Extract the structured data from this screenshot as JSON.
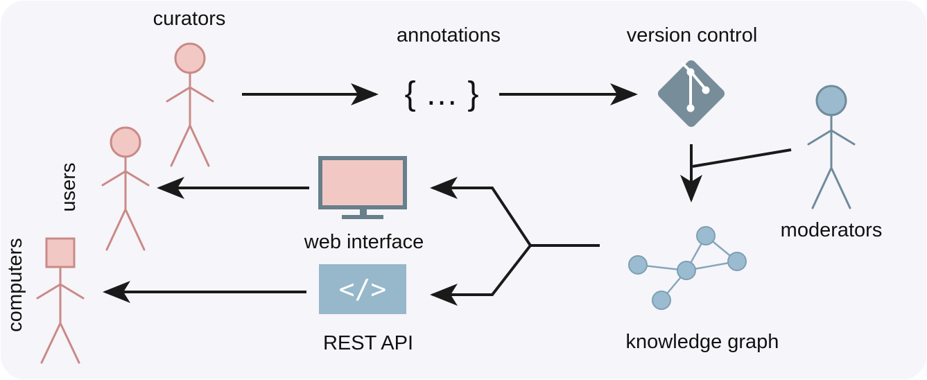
{
  "labels": {
    "curators": "curators",
    "annotations": "annotations",
    "version_control": "version control",
    "users": "users",
    "web_interface": "web interface",
    "moderators": "moderators",
    "computers": "computers",
    "rest_api": "REST API",
    "knowledge_graph": "knowledge graph"
  },
  "symbols": {
    "annotation_glyph": "{ … }",
    "api_glyph": "</>"
  },
  "icons": {
    "curators": "stick-figure-icon",
    "users": "stick-figure-icon",
    "computers": "box-head-figure-icon",
    "moderators": "stick-figure-icon",
    "version_control": "git-logo-icon",
    "web_interface": "monitor-icon",
    "rest_api": "code-icon",
    "knowledge_graph": "graph-network-icon"
  },
  "colors": {
    "background": "#f6f5f9",
    "human_fill": "#f2c8c4",
    "human_stroke": "#c98a87",
    "moderator_fill": "#9bbacd",
    "moderator_stroke": "#6f8b9c",
    "git": "#778e9a",
    "monitor_frame": "#687f8c",
    "api_box": "#97b7ca",
    "graph_node": "#9bbbd0",
    "graph_edge": "#86a6bb",
    "arrow": "#1a1a1a"
  }
}
